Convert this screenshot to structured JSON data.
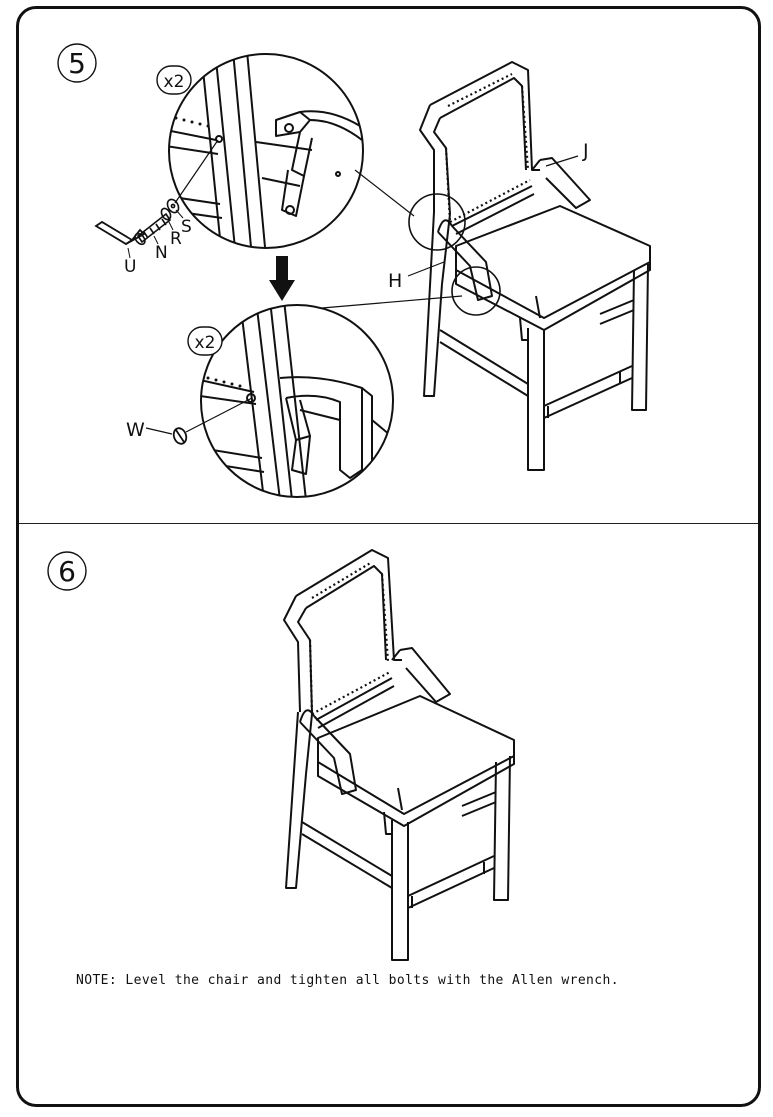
{
  "steps": [
    {
      "number": "5"
    },
    {
      "number": "6"
    }
  ],
  "step5": {
    "detail_top_qty": "x2",
    "detail_bottom_qty": "x2",
    "part_labels": {
      "u": "U",
      "n": "N",
      "r": "R",
      "s": "S",
      "w": "W",
      "h": "H",
      "j": "J"
    }
  },
  "note": "NOTE: Level the chair and tighten all bolts with the Allen wrench."
}
